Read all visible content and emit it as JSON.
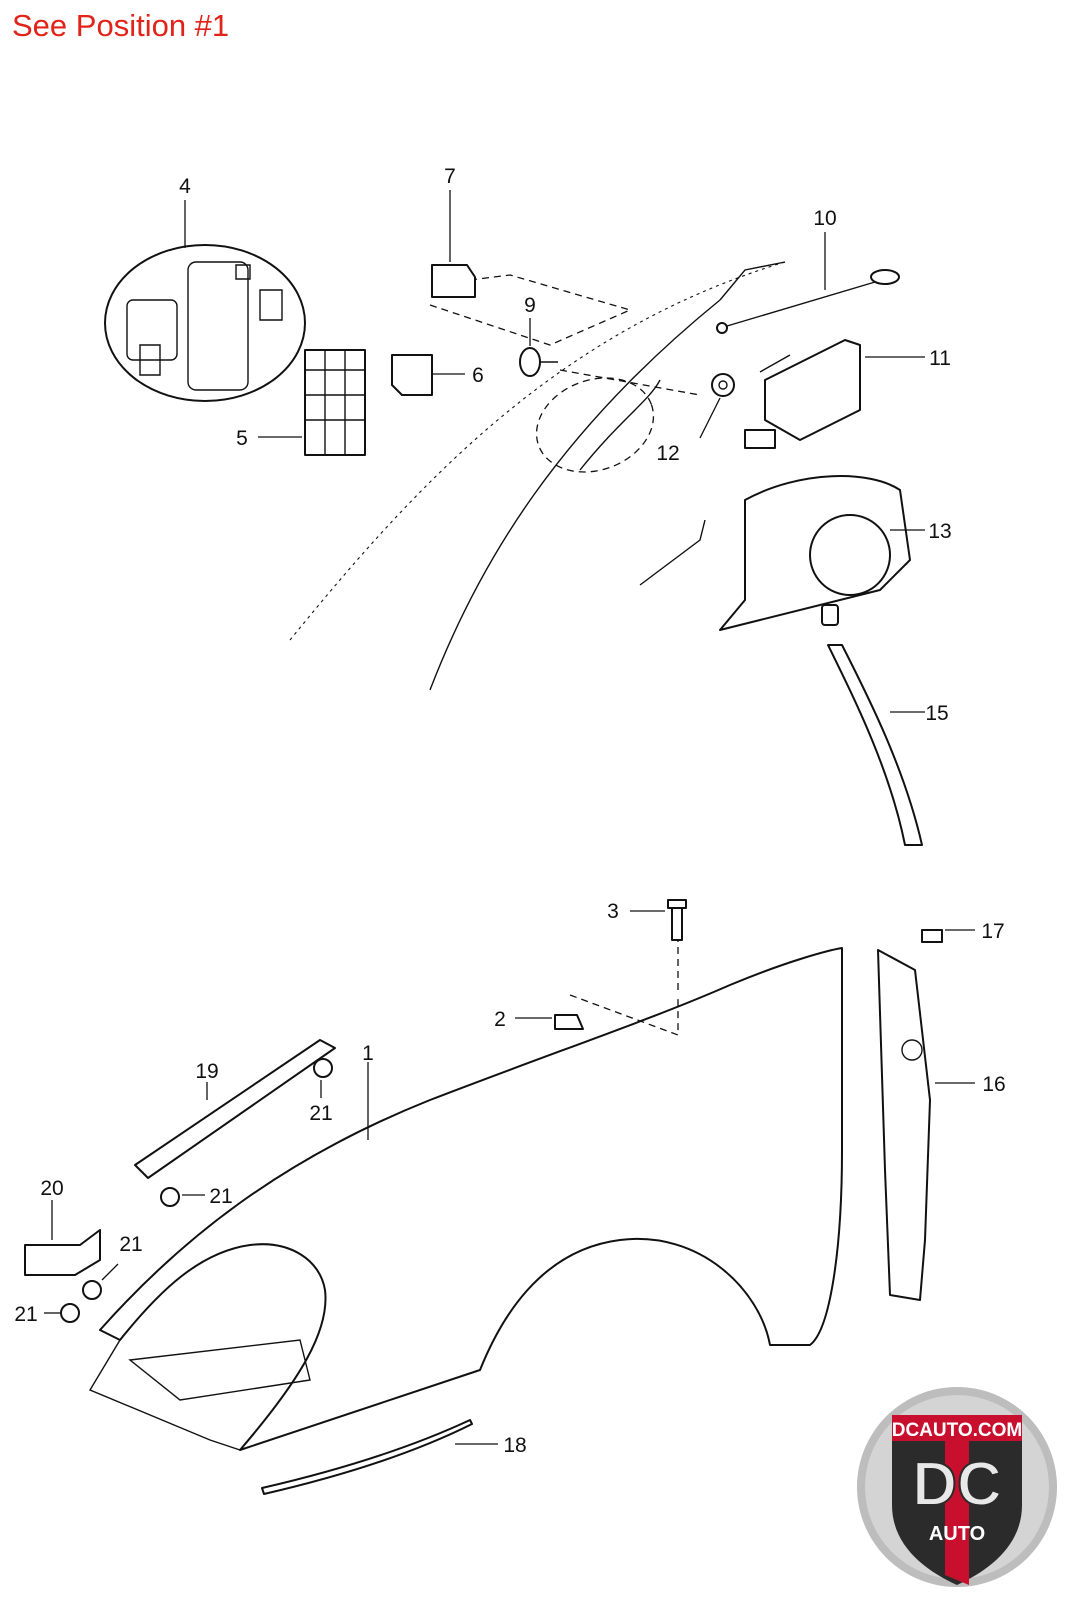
{
  "header": {
    "link_text": "See Position #1"
  },
  "callouts": [
    {
      "id": "4",
      "label": "4"
    },
    {
      "id": "7",
      "label": "7"
    },
    {
      "id": "10",
      "label": "10"
    },
    {
      "id": "9",
      "label": "9"
    },
    {
      "id": "11",
      "label": "11"
    },
    {
      "id": "6",
      "label": "6"
    },
    {
      "id": "5",
      "label": "5"
    },
    {
      "id": "12",
      "label": "12"
    },
    {
      "id": "13",
      "label": "13"
    },
    {
      "id": "15",
      "label": "15"
    },
    {
      "id": "3",
      "label": "3"
    },
    {
      "id": "17",
      "label": "17"
    },
    {
      "id": "2",
      "label": "2"
    },
    {
      "id": "1",
      "label": "1"
    },
    {
      "id": "19",
      "label": "19"
    },
    {
      "id": "21a",
      "label": "21"
    },
    {
      "id": "16",
      "label": "16"
    },
    {
      "id": "21b",
      "label": "21"
    },
    {
      "id": "20",
      "label": "20"
    },
    {
      "id": "21c",
      "label": "21"
    },
    {
      "id": "21d",
      "label": "21"
    },
    {
      "id": "18",
      "label": "18"
    }
  ],
  "logo": {
    "site": "DCAUTO.COM",
    "mark": "DC",
    "sub": "AUTO",
    "colors": {
      "red": "#c8102e",
      "dark": "#2b2b2b",
      "grey": "#bfbfbf"
    }
  },
  "colors": {
    "link": "#e2231a",
    "line": "#111111"
  }
}
